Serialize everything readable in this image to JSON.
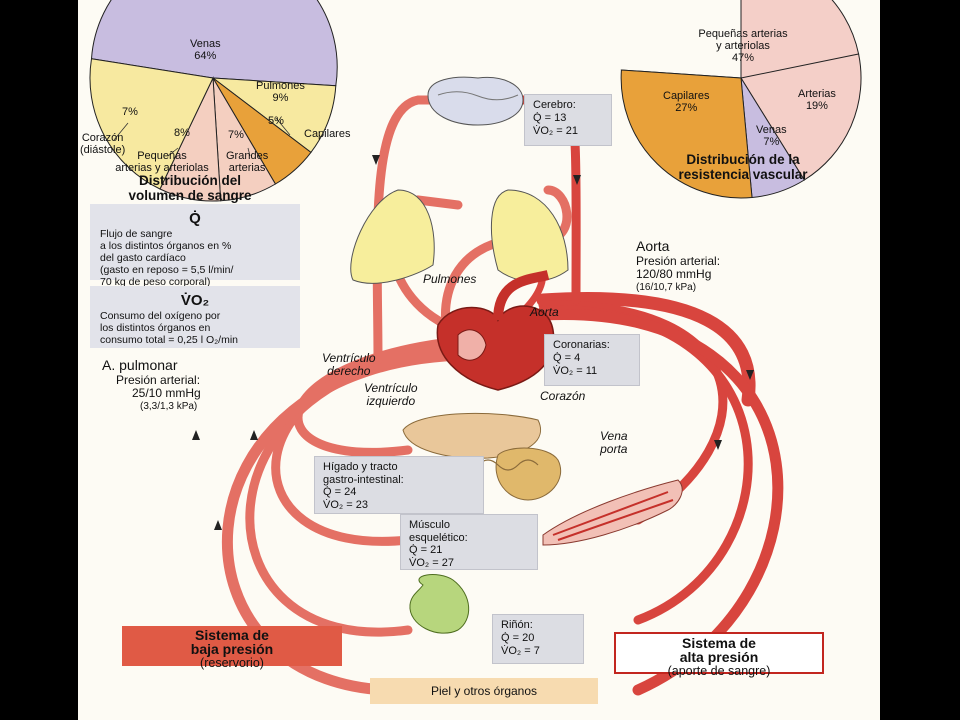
{
  "volume_chart": {
    "title": [
      "Distribución del",
      "volumen de sangre"
    ],
    "slices": [
      {
        "label": "Venas",
        "value": "64%",
        "color": "#c8bde0"
      },
      {
        "label": "Pulmones",
        "value": "9%",
        "color": "#f7e9a0"
      },
      {
        "label": "Capilares",
        "value": "5%",
        "color": "#e8a13a"
      },
      {
        "label": "Grandes arterias",
        "value": "7%",
        "color": "#f4cfc0"
      },
      {
        "label": "Pequeñas arterias y arteriolas",
        "value": "8%",
        "color": "#f4cfc0"
      },
      {
        "label": "Corazón (diástole)",
        "value": "7%",
        "color": "#f7e9a0"
      }
    ],
    "labels": {
      "venas": "Venas",
      "venas_pct": "64%",
      "pulmones": "Pulmones",
      "pulmones_pct": "9%",
      "capilares": "Capilares",
      "capilares_pct": "5%",
      "grandes_line1": "Grandes",
      "grandes_line2": "arterias",
      "grandes_pct": "7%",
      "pequenas_line1": "Pequeñas",
      "pequenas_line2": "arterias y arteriolas",
      "pequenas_pct": "8%",
      "corazon_line1": "Corazón",
      "corazon_line2": "(diástole)",
      "corazon_pct": "7%"
    }
  },
  "resistance_chart": {
    "title": [
      "Distribución de la",
      "resistencia vascular"
    ],
    "slices": [
      {
        "label": "Pequeñas arterias y arteriolas",
        "value": "47%",
        "color": "#f4cfc8"
      },
      {
        "label": "Arterias",
        "value": "19%",
        "color": "#f4cfc8"
      },
      {
        "label": "Venas",
        "value": "7%",
        "color": "#c8bde0"
      },
      {
        "label": "Capilares",
        "value": "27%",
        "color": "#e8a13a"
      }
    ],
    "labels": {
      "pequenas_line1": "Pequeñas arterias",
      "pequenas_line2": "y arteriolas",
      "pequenas_pct": "47%",
      "arterias": "Arterias",
      "arterias_pct": "19%",
      "venas": "Venas",
      "venas_pct": "7%",
      "capilares": "Capilares",
      "capilares_pct": "27%"
    }
  },
  "legend": {
    "q_symbol": "Q̇",
    "q_text": "Flujo de sangre\na los distintos órganos en %\ndel gasto cardíaco\n(gasto en reposo = 5,5 l/min/\n70 kg de peso corporal)",
    "vo2_symbol": "V̇O₂",
    "vo2_text": "Consumo del oxígeno por\nlos distintos órganos en\nconsumo total = 0,25 l O₂/min"
  },
  "aorta": {
    "name": "Aorta",
    "pressure_label": "Presión arterial:",
    "pressure": "120/80 mmHg",
    "kpa": "(16/10,7 kPa)"
  },
  "pulmonar": {
    "name": "A. pulmonar",
    "pressure_label": "Presión arterial:",
    "pressure": "25/10 mmHg",
    "kpa": "(3,3/1,3 kPa)"
  },
  "organs": {
    "cerebro": {
      "name": "Cerebro:",
      "q": "Q̇ = 13",
      "vo2": "V̇O₂ = 21"
    },
    "coronarias": {
      "name": "Coronarias:",
      "q": "Q̇ = 4",
      "vo2": "V̇O₂ = 11"
    },
    "higado": {
      "name1": "Hígado y tracto",
      "name2": "gastro-intestinal:",
      "q": "Q̇ = 24",
      "vo2": "V̇O₂ = 23"
    },
    "musculo": {
      "name1": "Músculo",
      "name2": "esquelético:",
      "q": "Q̇ = 21",
      "vo2": "V̇O₂ = 27"
    },
    "rinon": {
      "name": "Riñón:",
      "q": "Q̇ = 20",
      "vo2": "V̇O₂ = 7"
    }
  },
  "diagram_labels": {
    "pulmones": "Pulmones",
    "aorta_small": "Aorta",
    "ventriculo_derecho_1": "Ventrículo",
    "ventriculo_derecho_2": "derecho",
    "ventriculo_izquierdo_1": "Ventrículo",
    "ventriculo_izquierdo_2": "izquierdo",
    "corazon": "Corazón",
    "vena_porta_1": "Vena",
    "vena_porta_2": "porta"
  },
  "low_pressure": {
    "title1": "Sistema de",
    "title2": "baja presión",
    "subtitle": "(reservorio)"
  },
  "high_pressure": {
    "title1": "Sistema de",
    "title2": "alta presión",
    "subtitle": "(aporte de sangre)"
  },
  "footer": {
    "label": "Piel y otros órganos"
  }
}
